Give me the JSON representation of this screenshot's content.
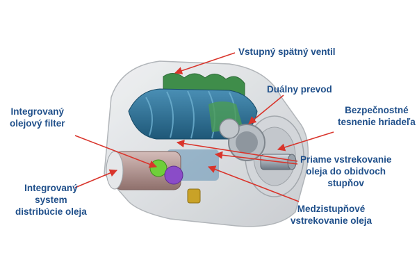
{
  "colors": {
    "label_text": "#1f4f8a",
    "arrow": "#d9342b",
    "rotor_blue": "#2f6f93",
    "rotor_green": "#3f8d4a",
    "housing": "#d8dadd",
    "filter": "#b79b98",
    "accent_green": "#6fcf3a",
    "accent_purple": "#8a4cc8",
    "accent_yellow": "#c9a227"
  },
  "labels": {
    "inlet_check_valve": "Vstupný spätný ventil",
    "dual_drive": "Duálny prevod",
    "shaft_seal": [
      "Bezpečnostné",
      "tesnenie hriadeľa"
    ],
    "direct_injection": [
      "Priame vstrekovanie",
      "oleja do obidvoch",
      "stupňov"
    ],
    "interstage_injection": [
      "Medzistupňové",
      "vstrekovanie oleja"
    ],
    "oil_filter": [
      "Integrovaný",
      "olejový filter"
    ],
    "oil_distribution": [
      "Integrovaný",
      "system",
      "distribúcie oleja"
    ]
  }
}
